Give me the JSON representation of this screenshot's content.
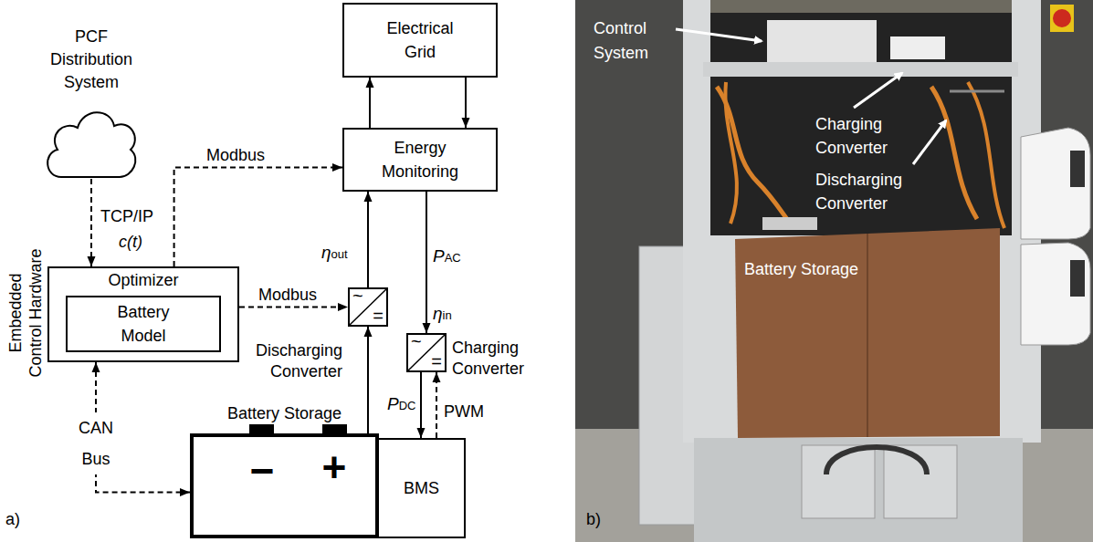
{
  "diagram": {
    "nodes": [
      {
        "text": [
          "PCF Distribution System"
        ]
      },
      {
        "text": [
          "Electrical Grid"
        ]
      },
      {
        "text": [
          "Energy Monitoring"
        ]
      },
      {
        "text": [
          "Embedded Control Hardware",
          "Optimizer"
        ]
      },
      {
        "text": [
          "Battery Model"
        ],
        "in": 3
      },
      {
        "text": [
          "~",
          "=",
          "Discharging Converter"
        ]
      },
      {
        "text": [
          "~",
          "=",
          "Charging Converter"
        ]
      },
      {
        "text": [
          "Battery Storage",
          "−",
          "+"
        ]
      },
      {
        "text": [
          "BMS"
        ]
      }
    ],
    "edges": [
      {
        "from": 0,
        "to": 3,
        "arrow": "to",
        "label": "TCP/IP"
      },
      {
        "from": 3,
        "to": 2,
        "arrow": "to",
        "label": "Modbus"
      },
      {
        "from": 3,
        "to": 5,
        "arrow": "to",
        "label": "Modbus"
      },
      {
        "from": 3,
        "to": 7,
        "arrow": "both",
        "label": "CAN Bus"
      },
      {
        "from": 2,
        "to": 1,
        "arrow": "to"
      },
      {
        "from": 1,
        "to": 2,
        "arrow": "to"
      },
      {
        "from": 5,
        "to": 2,
        "arrow": "to",
        "label": "ηout"
      },
      {
        "from": 2,
        "to": 6,
        "arrow": "to",
        "label": "PAC"
      },
      {
        "from": 7,
        "to": 5,
        "arrow": "to"
      },
      {
        "from": 6,
        "to": 8,
        "arrow": "to",
        "label": "PDC"
      },
      {
        "from": 8,
        "to": 6,
        "arrow": "to",
        "label": "PWM"
      }
    ],
    "labels": [
      "c(t)",
      "ηin",
      "a)",
      "Control System",
      "Charging Converter",
      "Discharging Converter",
      "Battery Storage",
      "b)"
    ]
  }
}
